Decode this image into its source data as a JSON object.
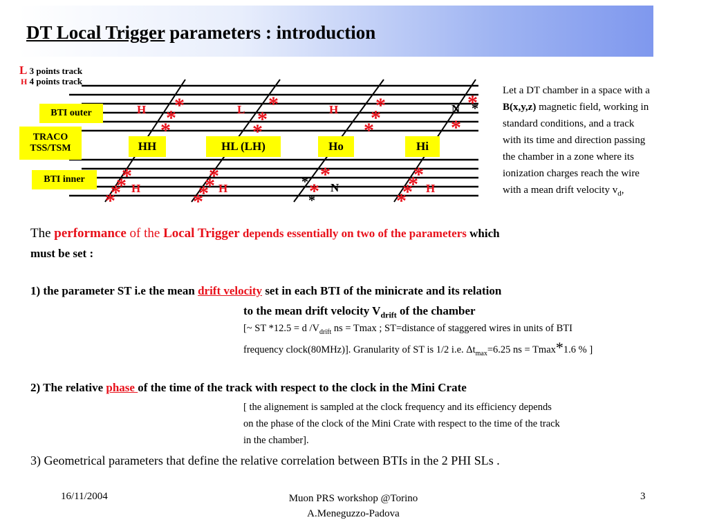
{
  "title": {
    "underlined": "DT Local Trigger",
    "rest": " parameters : introduction"
  },
  "legend": {
    "l_letter": "L",
    "l_text": "3 points track",
    "h_letter": "H",
    "h_text": "4 points track"
  },
  "labels": {
    "bti_outer": "BTI outer",
    "traco_1": "TRACO",
    "traco_2": "TSS/TSM",
    "bti_inner": "BTI inner"
  },
  "diagram": {
    "boxes": [
      "HH",
      "HL (LH)",
      "Ho",
      "Hi"
    ],
    "upper_letters": [
      "H",
      "L",
      "H",
      "N"
    ],
    "lower_letters": [
      "H",
      "H",
      "N",
      "H"
    ],
    "star": "*"
  },
  "side_text": {
    "line1": "Let a DT chamber in a space with a",
    "b_field": "B(x,y,z)",
    "line2_rest": " magnetic field, working in",
    "line3": "standard conditions, and a track",
    "line4": "with its time and direction  passing",
    "line5": "the chamber in a zone where its",
    "line6": "ionization charges reach the wire",
    "line7": "with a mean drift velocity v",
    "line7_sub": "d",
    "line7_end": ","
  },
  "body": {
    "p1_a": "The ",
    "p1_b": "performance",
    "p1_c": " of the ",
    "p1_d": "Local Trigger",
    "p1_e": " depends essentially on two of the parameters",
    "p1_f": " which",
    "p1_g": "must be set :",
    "item1_a": "1) the parameter  ST i.e the mean ",
    "item1_b": "drift velocity",
    "item1_c": " set in each BTI of the minicrate and its relation",
    "item1_d": "to the mean drift velocity V",
    "item1_d_sub": "drift",
    "item1_e": " of the chamber",
    "item1_n1a": "[~  ST *12.5 = d /V",
    "item1_n1_sub": "drift",
    "item1_n1b": " ns = Tmax ; ST=distance of staggered wires in units of BTI",
    "item1_n2a": " frequency clock(80MHz)]. Granularity of ST is 1/2  i.e. Δt",
    "item1_n2_sub": "max",
    "item1_n2b": "=6.25 ns = Tmax",
    "item1_n2_star": "*",
    "item1_n2c": "1.6 % ]",
    "item2_a": "2)  The relative ",
    "item2_b": "phase ",
    "item2_c": "of the time of the track with respect to the clock in the Mini Crate",
    "item2_n1": "[ the alignement is sampled at the clock frequency and its efficiency depends",
    "item2_n2": "on the phase of the clock of the Mini Crate with respect to the time of the track",
    "item2_n3": "in the chamber].",
    "item3": "3) Geometrical parameters that define the relative correlation between BTIs in the 2 PHI SLs ."
  },
  "footer": {
    "date": "16/11/2004",
    "center1": "Muon PRS workshop @Torino",
    "center2": "A.Meneguzzo-Padova",
    "page": "3"
  }
}
